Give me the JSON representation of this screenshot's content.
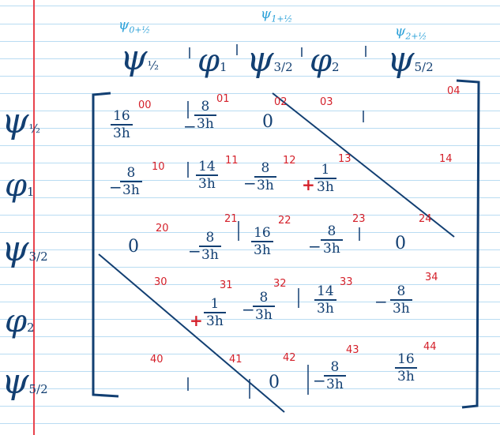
{
  "colors": {
    "ink": "#123f72",
    "index": "#d4202a",
    "annotation": "#2aa0d8",
    "margin": "#e8434d",
    "rule": "#b9dcf2"
  },
  "top_annotations": {
    "a1": "ψ",
    "a1_sub": "0+½",
    "a2": "ψ",
    "a2_sub": "1+½",
    "a3": "ψ",
    "a3_sub": "2+½"
  },
  "column_headers": {
    "c0": "ψ",
    "c0_sub": "½",
    "c1": "φ",
    "c1_sub": "1",
    "c2": "ψ",
    "c2_sub": "3/2",
    "c3": "φ",
    "c3_sub": "2",
    "c4": "ψ",
    "c4_sub": "5/2"
  },
  "row_headers": {
    "r0": "ψ",
    "r0_sub": "½",
    "r1": "φ",
    "r1_sub": "1",
    "r2": "ψ",
    "r2_sub": "3/2",
    "r3": "φ",
    "r3_sub": "2",
    "r4": "ψ",
    "r4_sub": "5/2"
  },
  "matrix": {
    "e00": {
      "num": "16",
      "den": "3h",
      "idx": "00"
    },
    "e01": {
      "sign": "−",
      "num": "8",
      "den": "3h",
      "idx": "01"
    },
    "e02": {
      "text": "0",
      "idx": "02"
    },
    "e03": {
      "idx": "03"
    },
    "e04": {
      "idx": "04"
    },
    "e10": {
      "sign": "−",
      "num": "8",
      "den": "3h",
      "idx": "10"
    },
    "e11": {
      "num": "14",
      "den": "3h",
      "idx": "11"
    },
    "e12": {
      "sign": "−",
      "num": "8",
      "den": "3h",
      "idx": "12"
    },
    "e13": {
      "plus": "+",
      "num": "1",
      "den": "3h",
      "idx": "13"
    },
    "e14": {
      "idx": "14"
    },
    "e20": {
      "text": "0",
      "idx": "20"
    },
    "e21": {
      "sign": "−",
      "num": "8",
      "den": "3h",
      "idx": "21"
    },
    "e22": {
      "num": "16",
      "den": "3h",
      "idx": "22"
    },
    "e23": {
      "sign": "−",
      "num": "8",
      "den": "3h",
      "idx": "23"
    },
    "e24": {
      "text": "0",
      "idx": "24"
    },
    "e30": {
      "idx": "30"
    },
    "e31": {
      "plus": "+",
      "num": "1",
      "den": "3h",
      "idx": "31"
    },
    "e32": {
      "sign": "−",
      "num": "8",
      "den": "3h",
      "idx": "32"
    },
    "e33": {
      "num": "14",
      "den": "3h",
      "idx": "33"
    },
    "e34": {
      "sign": "−",
      "num": "8",
      "den": "3h",
      "idx": "34"
    },
    "e40": {
      "idx": "40"
    },
    "e41": {
      "idx": "41"
    },
    "e42": {
      "text": "0",
      "idx": "42"
    },
    "e43": {
      "sign": "−",
      "num": "8",
      "den": "3h",
      "idx": "43"
    },
    "e44": {
      "num": "16",
      "den": "3h",
      "idx": "44"
    }
  }
}
